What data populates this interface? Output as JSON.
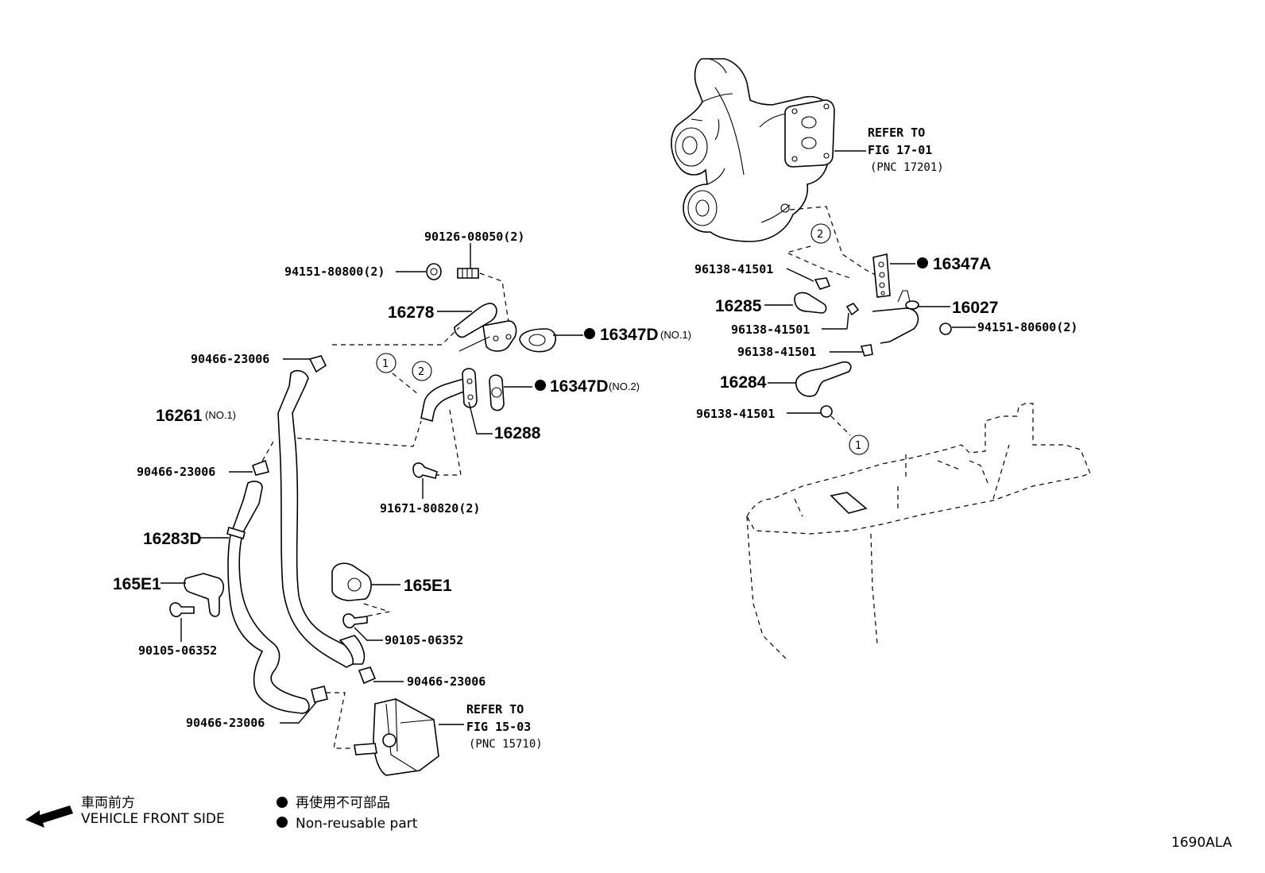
{
  "labels": {
    "p90126": "90126-08050(2)",
    "p94151a": "94151-80800(2)",
    "p16278": "16278",
    "p90466a": "90466-23006",
    "p16347d1": "16347D",
    "p16347d1_sub": "(NO.1)",
    "p16347d2": "16347D",
    "p16347d2_sub": "(NO.2)",
    "p16261": "16261",
    "p16261_sub": "(NO.1)",
    "p16288": "16288",
    "p90466b": "90466-23006",
    "p91671": "91671-80820(2)",
    "p16283d": "16283D",
    "p165e1a": "165E1",
    "p165e1b": "165E1",
    "p90105a": "90105-06352",
    "p90105b": "90105-06352",
    "p90466c": "90466-23006",
    "p90466d": "90466-23006",
    "p96138a": "96138-41501",
    "p16347a": "16347A",
    "p16285": "16285",
    "p16027": "16027",
    "p96138b": "96138-41501",
    "p94151b": "94151-80600(2)",
    "p96138c": "96138-41501",
    "p16284": "16284",
    "p96138d": "96138-41501"
  },
  "refs": {
    "turbo": {
      "line1": "REFER TO",
      "line2": "FIG 17-01",
      "pnc": "(PNC 17201)"
    },
    "cooler": {
      "line1": "REFER TO",
      "line2": "FIG 15-03",
      "pnc": "(PNC 15710)"
    }
  },
  "callouts": {
    "one": "1",
    "two": "2"
  },
  "legend": {
    "jp_front": "車両前方",
    "en_front": "VEHICLE FRONT SIDE",
    "jp_nonreusable": "再使用不可部品",
    "en_nonreusable": "Non-reusable part"
  },
  "diagram_id": "1690ALA"
}
